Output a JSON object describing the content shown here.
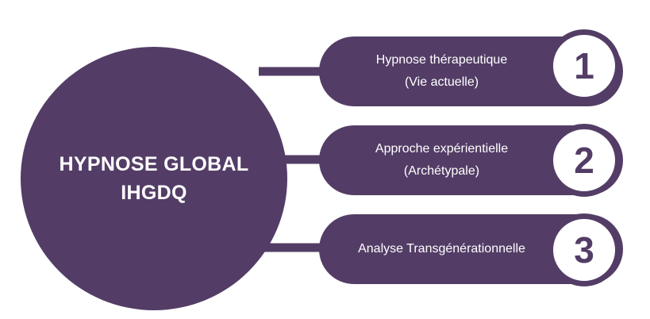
{
  "colors": {
    "brand": "#533d66",
    "badge_fill": "#ffffff"
  },
  "center": {
    "line1": "HYPNOSE GLOBAL",
    "line2": "IHGDQ"
  },
  "branches": [
    {
      "number": "1",
      "line1": "Hypnose thérapeutique",
      "line2": "(Vie actuelle)"
    },
    {
      "number": "2",
      "line1": "Approche expérientielle",
      "line2": "(Archétypale)"
    },
    {
      "number": "3",
      "line1": "Analyse Transgénérationnelle",
      "line2": ""
    }
  ]
}
